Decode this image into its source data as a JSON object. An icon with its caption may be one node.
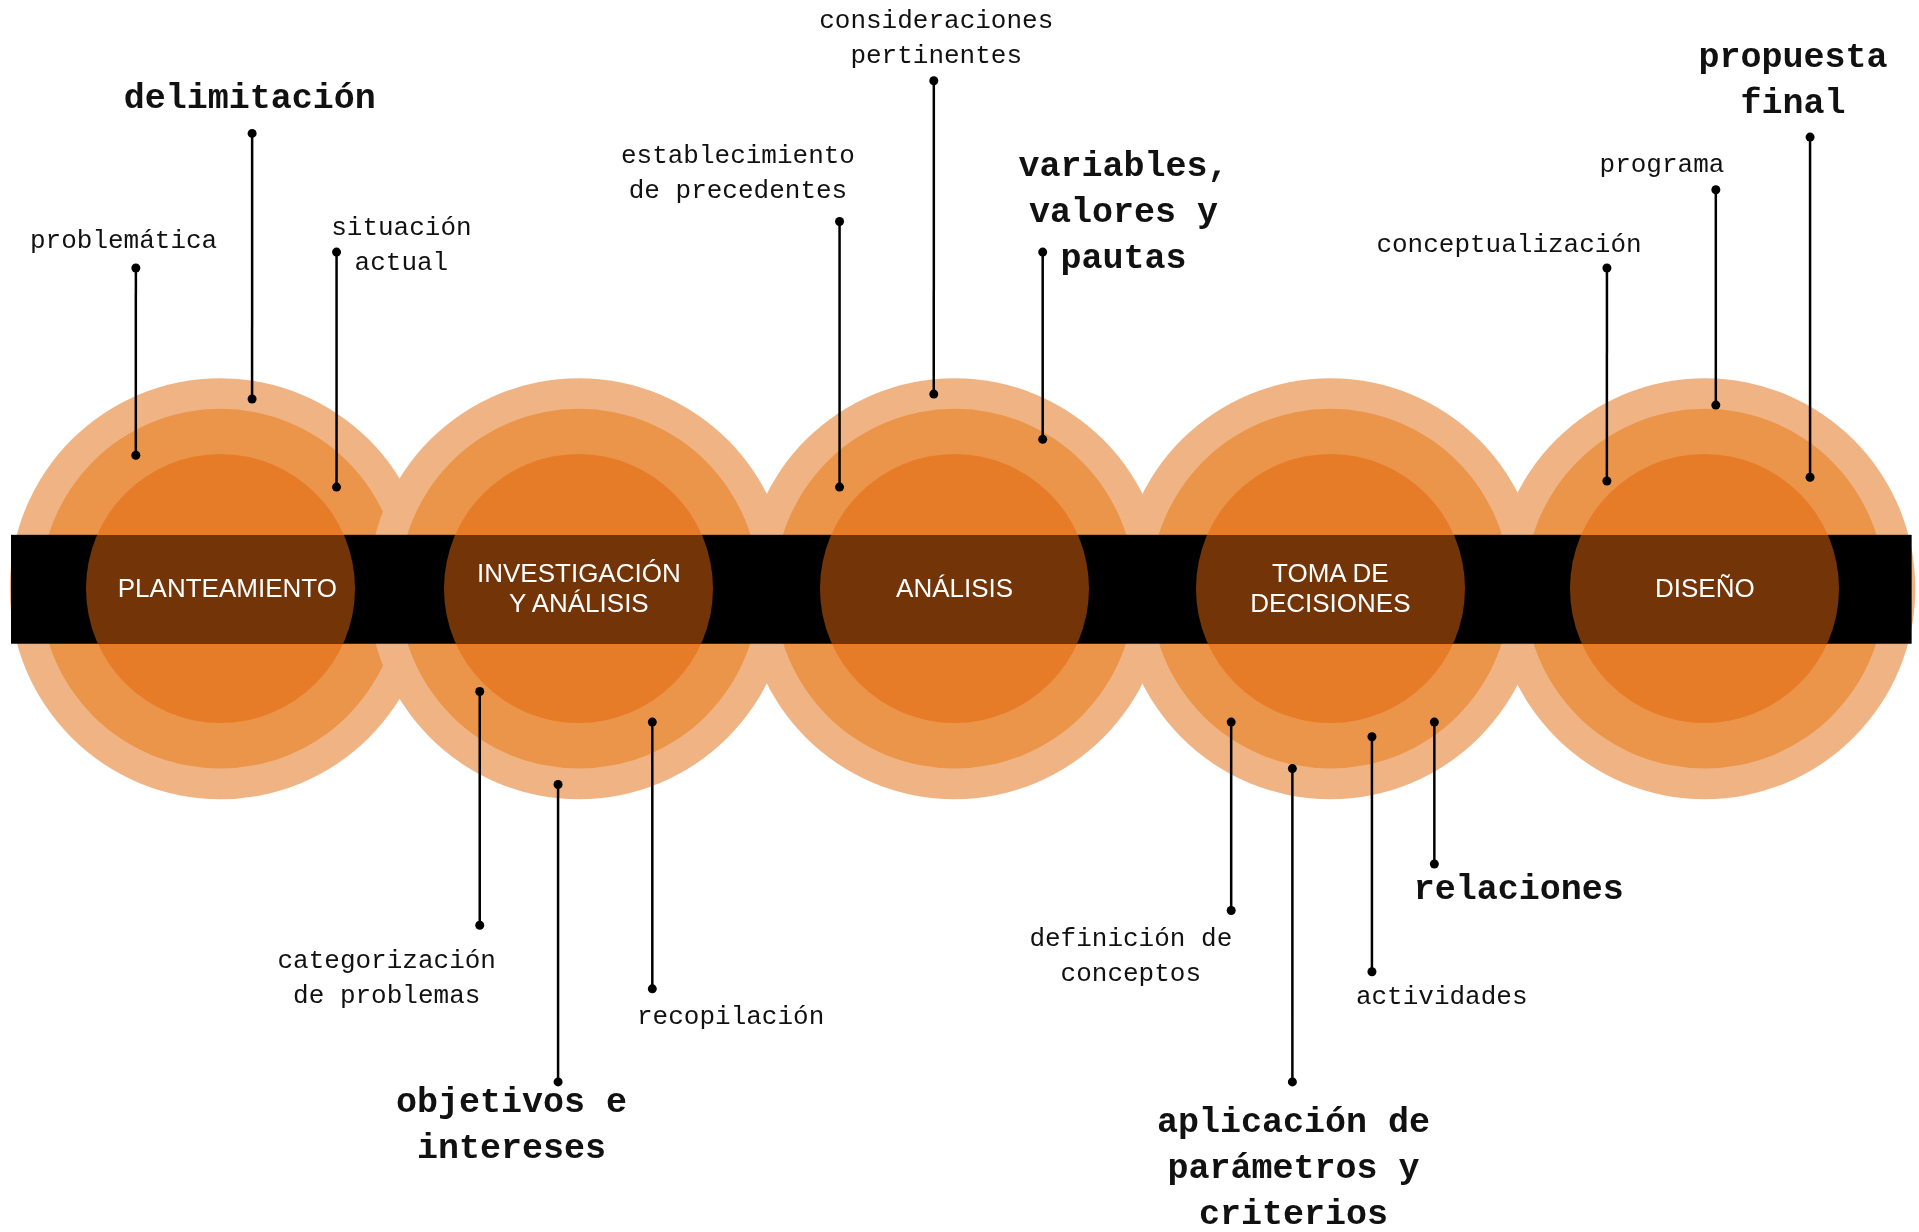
{
  "diagram": {
    "nodes": [
      {
        "text": [
          "PLANTEAMIENTO"
        ]
      },
      {
        "text": [
          "INVESTIGACIÓN Y ANÁLISIS"
        ]
      },
      {
        "text": [
          "ANÁLISIS"
        ]
      },
      {
        "text": [
          "TOMA DE DECISIONES"
        ]
      },
      {
        "text": [
          "DISEÑO"
        ]
      },
      {
        "text": [
          "problemática"
        ]
      },
      {
        "text": [
          "delimitación"
        ]
      },
      {
        "text": [
          "situación actual"
        ]
      },
      {
        "text": [
          "categorización de problemas"
        ]
      },
      {
        "text": [
          "objetivos e intereses"
        ]
      },
      {
        "text": [
          "recopilación"
        ]
      },
      {
        "text": [
          "establecimiento de precedentes"
        ]
      },
      {
        "text": [
          "consideraciones pertinentes"
        ]
      },
      {
        "text": [
          "variables, valores y pautas"
        ]
      },
      {
        "text": [
          "definición de conceptos"
        ]
      },
      {
        "text": [
          "aplicación de parámetros y criterios"
        ]
      },
      {
        "text": [
          "actividades"
        ]
      },
      {
        "text": [
          "relaciones"
        ]
      },
      {
        "text": [
          "conceptualización"
        ]
      },
      {
        "text": [
          "programa"
        ]
      },
      {
        "text": [
          "propuesta final"
        ]
      }
    ],
    "edges": [
      {
        "from": 5,
        "to": 0,
        "arrow": "other"
      },
      {
        "from": 6,
        "to": 0,
        "arrow": "other"
      },
      {
        "from": 7,
        "to": 0,
        "arrow": "other"
      },
      {
        "from": 8,
        "to": 1,
        "arrow": "other"
      },
      {
        "from": 9,
        "to": 1,
        "arrow": "other"
      },
      {
        "from": 10,
        "to": 1,
        "arrow": "other"
      },
      {
        "from": 11,
        "to": 2,
        "arrow": "other"
      },
      {
        "from": 12,
        "to": 2,
        "arrow": "other"
      },
      {
        "from": 13,
        "to": 2,
        "arrow": "other"
      },
      {
        "from": 14,
        "to": 3,
        "arrow": "other"
      },
      {
        "from": 15,
        "to": 3,
        "arrow": "other"
      },
      {
        "from": 16,
        "to": 3,
        "arrow": "other"
      },
      {
        "from": 17,
        "to": 3,
        "arrow": "other"
      },
      {
        "from": 18,
        "to": 4,
        "arrow": "other"
      },
      {
        "from": 19,
        "to": 4,
        "arrow": "other"
      },
      {
        "from": 20,
        "to": 4,
        "arrow": "other"
      }
    ]
  }
}
